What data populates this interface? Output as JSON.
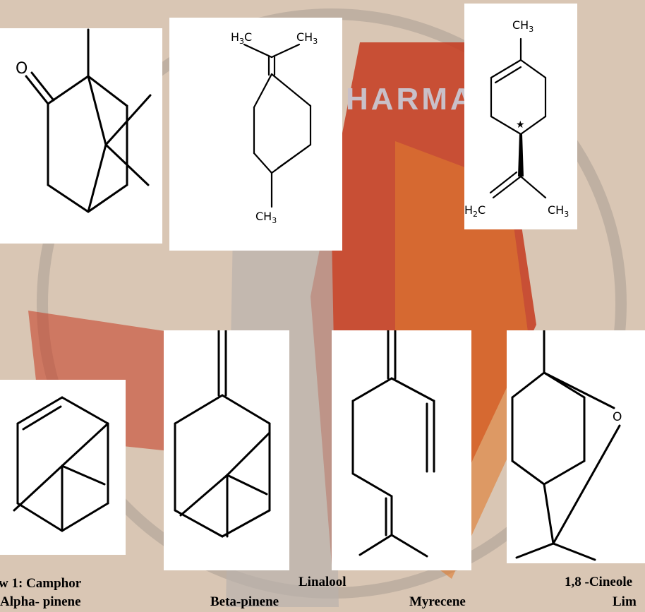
{
  "molecules": {
    "camphor": {
      "oxygen_label": "O"
    },
    "terpinolene": {
      "top_left": "H",
      "top_left_sub": "3",
      "top_left_tail": "C",
      "top_right": "CH",
      "top_right_sub": "3",
      "bottom": "CH",
      "bottom_sub": "3"
    },
    "limonene": {
      "top": "CH",
      "top_sub": "3",
      "bottom_left": "H",
      "bottom_left_sub": "2",
      "bottom_left_tail": "C",
      "bottom_right": "CH",
      "bottom_right_sub": "3"
    },
    "cineole": {
      "oxygen_label": "O"
    }
  },
  "watermark": {
    "text": "HARMA"
  },
  "captions": {
    "row1_label": "w 1: Camphor",
    "linalool": "Linalool",
    "cineole": "1,8 -Cineole",
    "row2_label": "Alpha- pinene",
    "beta_pinene": "Beta-pinene",
    "myrecene": "Myrecene",
    "limonene": "Lim"
  },
  "colors": {
    "background": "#d9c6b4",
    "accent_red": "#c4391f",
    "accent_orange": "#e07b2e",
    "panel": "#ffffff"
  }
}
